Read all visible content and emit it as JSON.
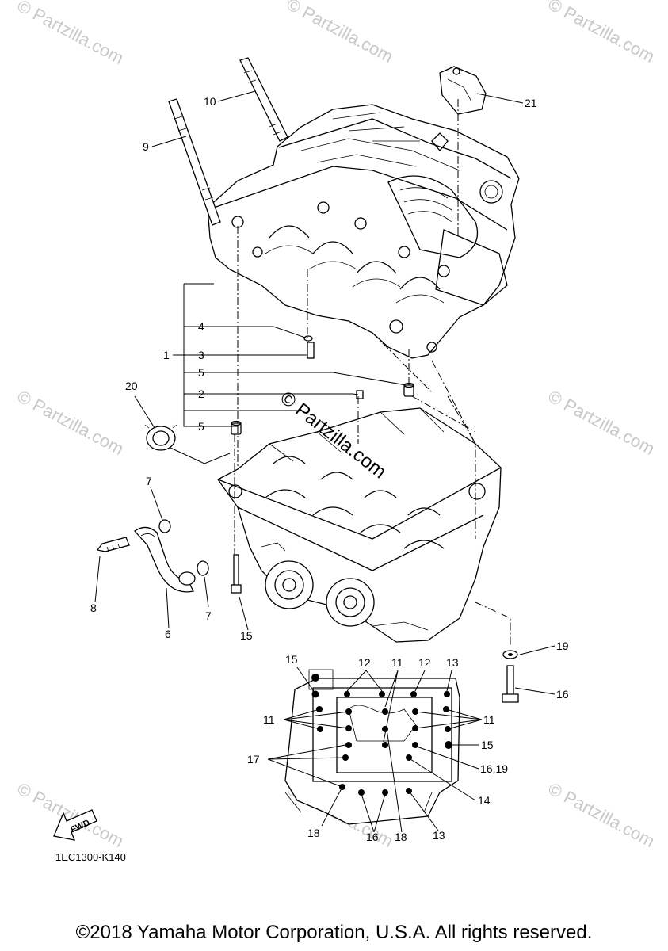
{
  "watermarks": {
    "small": "© Partzilla.com",
    "center": "© Partzilla.com"
  },
  "diagram_code": "1EC1300-K140",
  "fwd_label": "FWD",
  "copyright": "©2018 Yamaha Motor Corporation, U.S.A. All rights reserved.",
  "callouts": {
    "c1": "1",
    "c2": "2",
    "c3": "3",
    "c4": "4",
    "c5a": "5",
    "c5b": "5",
    "c6": "6",
    "c7a": "7",
    "c7b": "7",
    "c8": "8",
    "c9": "9",
    "c10": "10",
    "c15a": "15",
    "c16a": "16",
    "c19a": "19",
    "c20": "20",
    "c21": "21",
    "c15b": "15",
    "c12a": "12",
    "c11a": "11",
    "c12b": "12",
    "c13a": "13",
    "c11b": "11",
    "c11c": "11",
    "c15c": "15",
    "c17": "17",
    "c1619": "16,19",
    "c14": "14",
    "c18a": "18",
    "c16b": "16",
    "c18b": "18",
    "c13b": "13"
  }
}
